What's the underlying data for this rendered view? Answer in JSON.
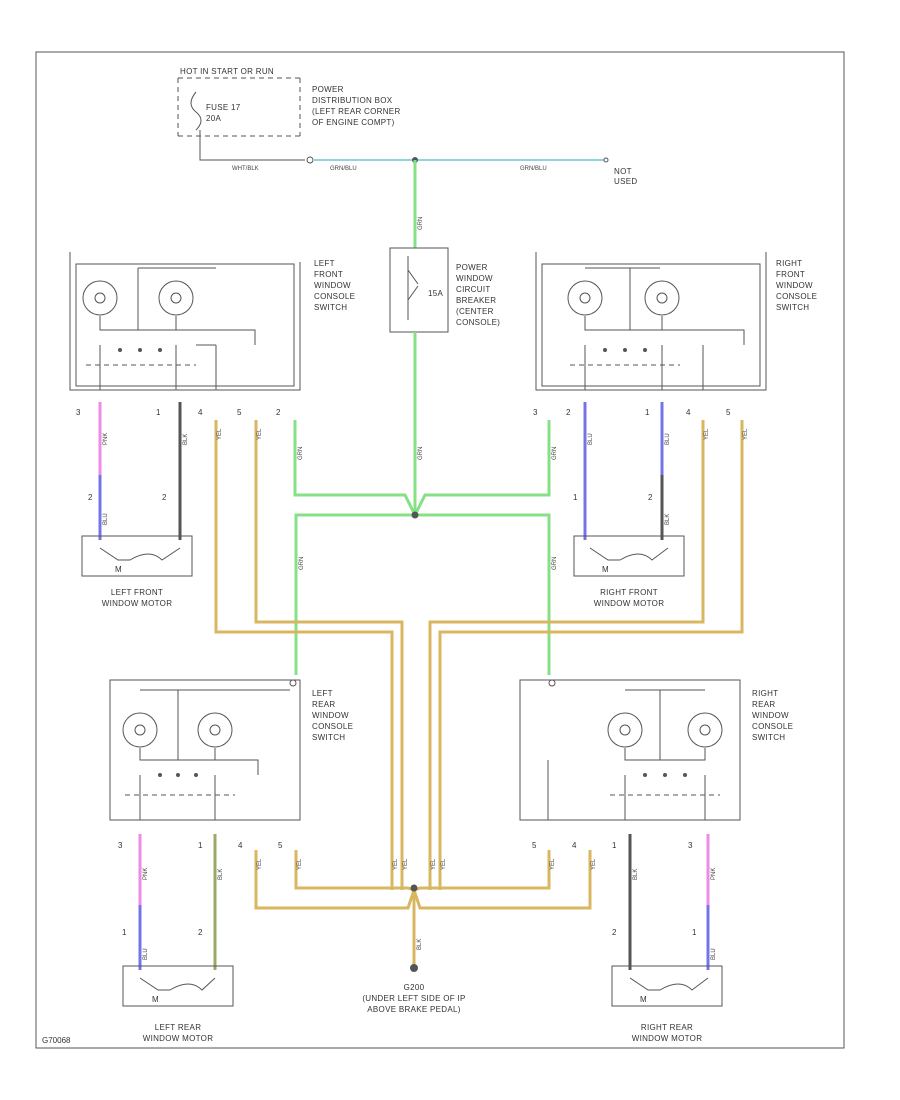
{
  "header": {
    "fuse_lines": [
      "HOT IN START OR RUN",
      "FUSE 17",
      "20A"
    ],
    "pdb_lines": [
      "POWER",
      "DISTRIBUTION BOX",
      "(LEFT REAR CORNER",
      "OF ENGINE COMPT)"
    ],
    "not_used_lines": [
      "NOT",
      "USED"
    ],
    "wire_labels": [
      "WHT/BLK",
      "GRN/BLU",
      "GRN/BLU"
    ]
  },
  "components": {
    "lf_switch_lines": [
      "LEFT",
      "FRONT",
      "WINDOW",
      "CONSOLE",
      "SWITCH"
    ],
    "rf_switch_lines": [
      "RIGHT",
      "FRONT",
      "WINDOW",
      "CONSOLE",
      "SWITCH"
    ],
    "lr_switch_lines": [
      "LEFT",
      "REAR",
      "WINDOW",
      "CONSOLE",
      "SWITCH"
    ],
    "rr_switch_lines": [
      "RIGHT",
      "REAR",
      "WINDOW",
      "CONSOLE",
      "SWITCH"
    ],
    "breaker_lines": [
      "POWER",
      "WINDOW",
      "CIRCUIT",
      "BREAKER",
      "(CENTER",
      "CONSOLE)"
    ],
    "breaker_rating": "15A",
    "lf_motor_lines": [
      "LEFT FRONT",
      "WINDOW MOTOR"
    ],
    "rf_motor_lines": [
      "RIGHT FRONT",
      "WINDOW MOTOR"
    ],
    "lr_motor_lines": [
      "LEFT REAR",
      "WINDOW MOTOR"
    ],
    "rr_motor_lines": [
      "RIGHT REAR",
      "WINDOW MOTOR"
    ],
    "motor_tag": "M",
    "ground_lines": [
      "G200",
      "(UNDER LEFT SIDE OF IP",
      "ABOVE BRAKE PEDAL)"
    ]
  },
  "pins": {
    "lf": [
      "3",
      "1",
      "4",
      "5",
      "2"
    ],
    "lf_motor": [
      "2",
      "2"
    ],
    "rf": [
      "2",
      "1",
      "4",
      "5",
      "3"
    ],
    "rf_motor": [
      "1",
      "2"
    ],
    "lr": [
      "3",
      "1",
      "4",
      "5"
    ],
    "lr_motor": [
      "1",
      "2"
    ],
    "rr": [
      "5",
      "4",
      "1",
      "3"
    ],
    "rr_motor": [
      "2",
      "1"
    ]
  },
  "wires": {
    "grn": "GRN",
    "yel": "YEL",
    "pnk": "PNK",
    "blu": "BLU",
    "blk": "BLK"
  },
  "footer": {
    "code": "G70068"
  },
  "colors": {
    "green": "#86e086",
    "yellow": "#d9b760",
    "pink": "#f08ae6",
    "blue": "#7474e8",
    "cyan": "#8fd4e0",
    "black": "#555555"
  }
}
